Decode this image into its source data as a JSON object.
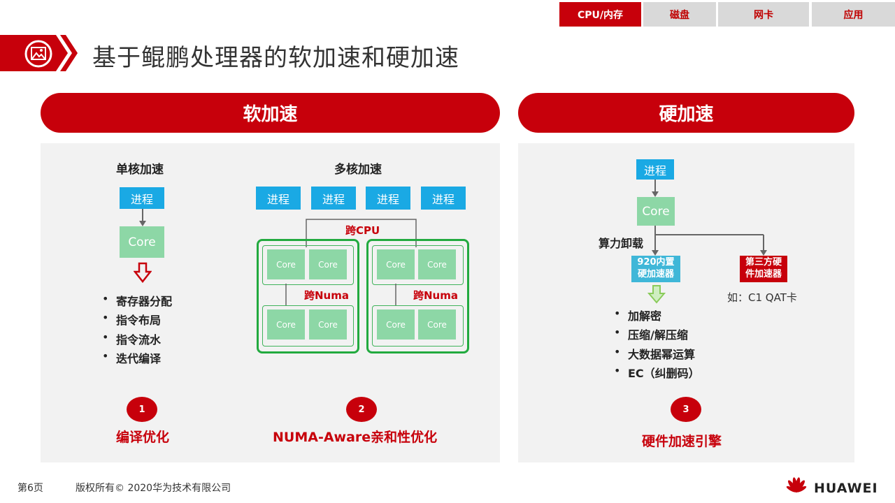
{
  "tabs": [
    {
      "label": "CPU/内存",
      "active": true
    },
    {
      "label": "磁盘",
      "active": false
    },
    {
      "label": "网卡",
      "active": false
    },
    {
      "label": "应用",
      "active": false
    }
  ],
  "header": {
    "title": "基于鲲鹏处理器的软加速和硬加速",
    "icon": "image-icon"
  },
  "soft": {
    "pill": "软加速",
    "single": {
      "title": "单核加速",
      "process": "进程",
      "core": "Core",
      "items": [
        "寄存器分配",
        "指令布局",
        "指令流水",
        "迭代编译"
      ],
      "num": "1",
      "caption": "编译优化"
    },
    "multi": {
      "title": "多核加速",
      "processes": [
        "进程",
        "进程",
        "进程",
        "进程"
      ],
      "cross_cpu": "跨CPU",
      "cross_numa": "跨Numa",
      "core": "Core",
      "num": "2",
      "caption": "NUMA-Aware亲和性优化"
    }
  },
  "hard": {
    "pill": "硬加速",
    "process": "进程",
    "core": "Core",
    "offload": "算力卸载",
    "builtin": [
      "920内置",
      "硬加速器"
    ],
    "third": [
      "第三方硬",
      "件加速器"
    ],
    "example": "如：C1 QAT卡",
    "items": [
      "加解密",
      "压缩/解压缩",
      "大数据幂运算",
      "EC（纠删码）"
    ],
    "num": "3",
    "caption": "硬件加速引擎"
  },
  "footer": {
    "page": "第6页",
    "copyright": "版权所有© 2020华为技术有限公司",
    "brand": "HUAWEI"
  },
  "colors": {
    "brand_red": "#c7000b",
    "blue": "#1aa9e4",
    "core_green": "#8dd7a6",
    "numa_green": "#22aa3f"
  }
}
